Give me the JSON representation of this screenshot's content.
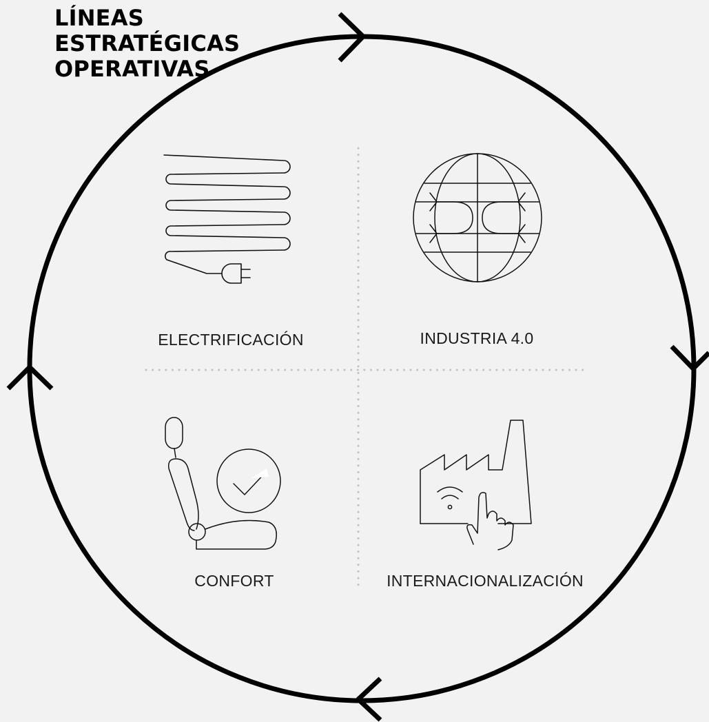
{
  "title": {
    "line1": "LÍNEAS",
    "line2": "ESTRATÉGICAS",
    "line3": "OPERATIVAS"
  },
  "quadrants": {
    "electrificacion": {
      "label": "ELECTRIFICACIÓN",
      "icon": "heating-coil-plug-icon"
    },
    "industria": {
      "label": "INDUSTRIA 4.0",
      "icon": "globe-network-icon"
    },
    "confort": {
      "label": "CONFORT",
      "icon": "car-seat-check-icon"
    },
    "internacionalizacion": {
      "label": "INTERNACIONALIZACIÓN",
      "icon": "factory-touch-icon"
    }
  },
  "colors": {
    "background": "#f2f2f2",
    "ink": "#000000",
    "divider": "#c8c8c8"
  }
}
